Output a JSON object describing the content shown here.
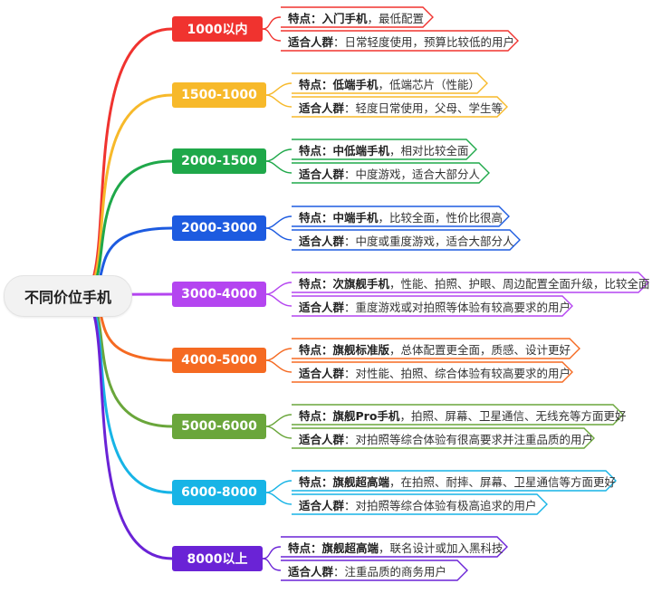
{
  "root": {
    "label": "不同价位手机"
  },
  "tiers": [
    {
      "id": "t1",
      "label": "1000以内",
      "color": "#f0332f",
      "feature": {
        "key": "特点：",
        "bold": "入门手机",
        "rest": "，最低配置"
      },
      "audience": {
        "key": "适合人群",
        "rest": "：日常轻度使用，预算比较低的用户"
      }
    },
    {
      "id": "t2",
      "label": "1500-1000",
      "color": "#f7b92a",
      "feature": {
        "key": "特点：",
        "bold": "低端手机",
        "rest": "，低端芯片（性能）"
      },
      "audience": {
        "key": "适合人群",
        "rest": "：轻度日常使用，父母、学生等"
      }
    },
    {
      "id": "t3",
      "label": "2000-1500",
      "color": "#1fa84a",
      "feature": {
        "key": "特点：",
        "bold": "中低端手机",
        "rest": "，相对比较全面"
      },
      "audience": {
        "key": "适合人群",
        "rest": "：中度游戏，适合大部分人"
      }
    },
    {
      "id": "t4",
      "label": "2000-3000",
      "color": "#1d5be0",
      "feature": {
        "key": "特点：",
        "bold": "中端手机",
        "rest": "，比较全面，性价比很高"
      },
      "audience": {
        "key": "适合人群",
        "rest": "：中度或重度游戏，适合大部分人"
      }
    },
    {
      "id": "t5",
      "label": "3000-4000",
      "color": "#b445f0",
      "feature": {
        "key": "特点：",
        "bold": "次旗舰手机",
        "rest": "，性能、拍照、护眼、周边配置全面升级，比较全面"
      },
      "audience": {
        "key": "适合人群",
        "rest": "：重度游戏或对拍照等体验有较高要求的用户"
      }
    },
    {
      "id": "t6",
      "label": "4000-5000",
      "color": "#f56a22",
      "feature": {
        "key": "特点：",
        "bold": "旗舰标准版",
        "rest": "，总体配置更全面，质感、设计更好"
      },
      "audience": {
        "key": "适合人群",
        "rest": "：对性能、拍照、综合体验有较高要求的用户"
      }
    },
    {
      "id": "t7",
      "label": "5000-6000",
      "color": "#6aa63b",
      "feature": {
        "key": "特点：",
        "bold": "旗舰Pro手机",
        "rest": "，拍照、屏幕、卫星通信、无线充等方面更好"
      },
      "audience": {
        "key": "适合人群",
        "rest": "：对拍照等综合体验有很高要求并注重品质的用户"
      }
    },
    {
      "id": "t8",
      "label": "6000-8000",
      "color": "#17b4e6",
      "feature": {
        "key": "特点：",
        "bold": "旗舰超高端",
        "rest": "，在拍照、耐摔、屏幕、卫星通信等方面更好"
      },
      "audience": {
        "key": "适合人群",
        "rest": "：对拍照等综合体验有极高追求的用户"
      }
    },
    {
      "id": "t9",
      "label": "8000以上",
      "color": "#6a23d6",
      "feature": {
        "key": "特点：",
        "bold": "旗舰超高端",
        "rest": "，联名设计或加入黑科技"
      },
      "audience": {
        "key": "适合人群",
        "rest": "：注重品质的商务用户"
      }
    }
  ]
}
